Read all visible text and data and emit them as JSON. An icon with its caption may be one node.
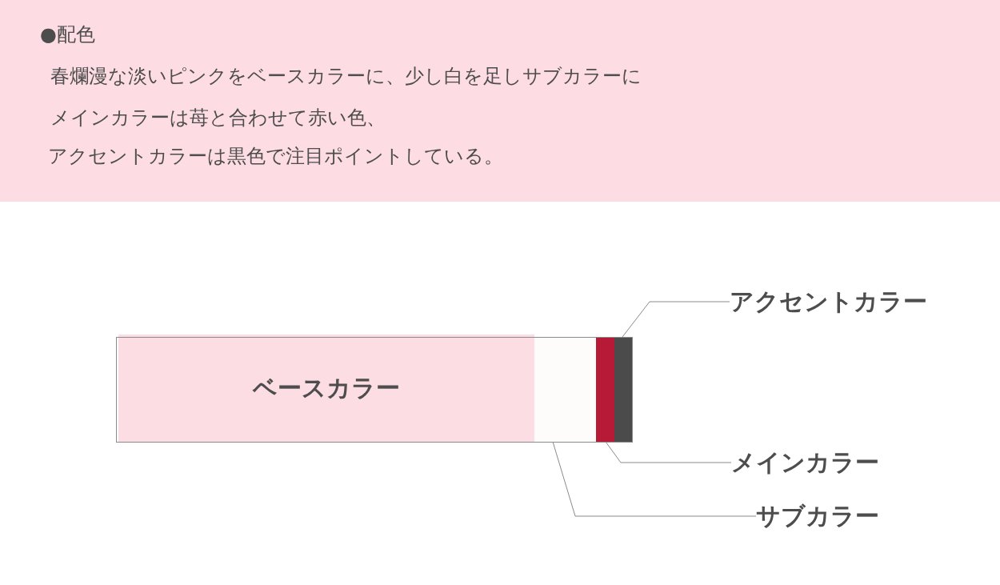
{
  "diagram": {
    "title": "●配色",
    "nodes": [
      {
        "text": [
          "ベースカラー"
        ]
      },
      {
        "text": [],
        "shape": "box"
      },
      {
        "text": [],
        "shape": "box"
      },
      {
        "text": [],
        "shape": "box"
      },
      {
        "text": [
          "アクセントカラー"
        ]
      },
      {
        "text": [
          "メインカラー"
        ]
      },
      {
        "text": [
          "サブカラー"
        ]
      }
    ],
    "edges": [
      {
        "from": 4,
        "to": 3,
        "arrow": "none"
      },
      {
        "from": 5,
        "to": 2,
        "arrow": "none"
      },
      {
        "from": 6,
        "to": 1,
        "arrow": "none"
      }
    ],
    "labels": [
      "春爛漫な淡いピンクをベースカラーに、少し白を足しサブカラーに",
      "メインカラーは苺と合わせて赤い色、",
      "アクセントカラーは黒色で注目ポイントしている。"
    ]
  }
}
